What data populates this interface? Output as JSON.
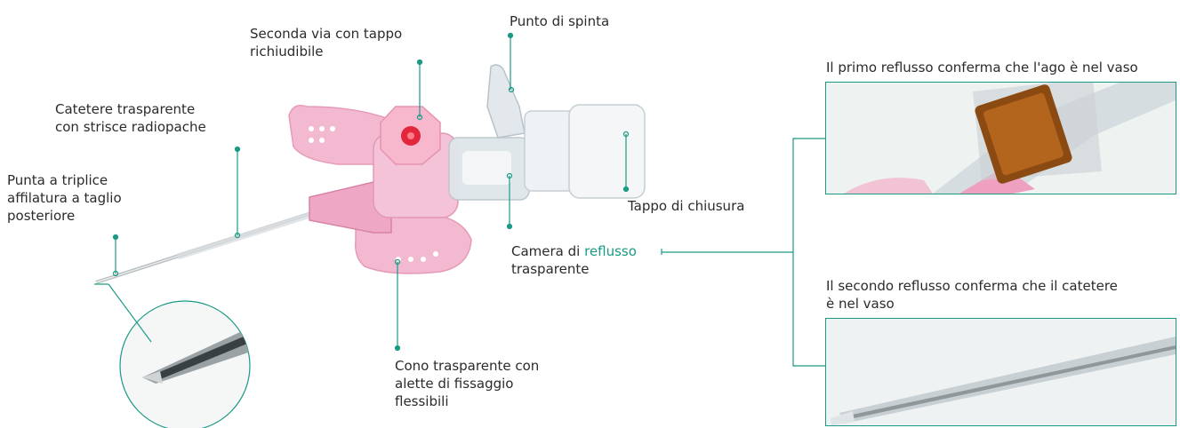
{
  "colors": {
    "accent": "#1a9a85",
    "pink": "#f2b9d0",
    "pink_dark": "#e88fb0",
    "red": "#e2263b",
    "clear": "#e4eaee"
  },
  "labels": {
    "seconda_via": [
      "Seconda via con tappo",
      "richiudibile"
    ],
    "punto_spinta": "Punto di spinta",
    "catetere": [
      "Catetere trasparente",
      "con strisce radiopache"
    ],
    "punta": [
      "Punta a triplice",
      "affilatura a taglio",
      "posteriore"
    ],
    "tappo_chiusura": "Tappo di chiusura",
    "camera": {
      "prefix": "Camera di ",
      "highlight": "reflusso",
      "line2": "trasparente"
    },
    "cono": [
      "Cono trasparente con",
      "alette di fissaggio",
      "flessibili"
    ]
  },
  "panels": {
    "primo": "Il primo reflusso conferma che l'ago è nel vaso",
    "secondo": [
      "Il secondo reflusso conferma che il catetere",
      "è nel vaso"
    ]
  }
}
